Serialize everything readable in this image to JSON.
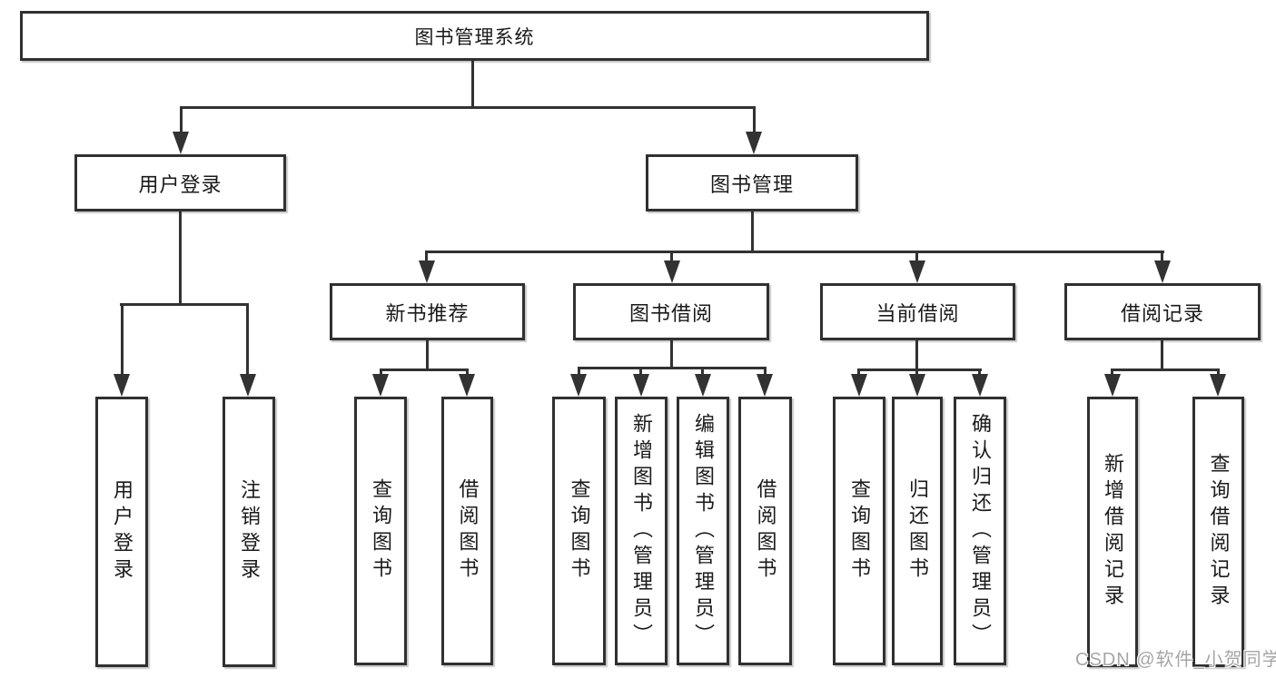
{
  "diagram": {
    "type": "hierarchy-tree",
    "root": {
      "label": "图书管理系统",
      "children": [
        {
          "label": "用户登录",
          "children": [
            {
              "label": "用户登录"
            },
            {
              "label": "注销登录"
            }
          ]
        },
        {
          "label": "图书管理",
          "children": [
            {
              "label": "新书推荐",
              "children": [
                {
                  "label": "查询图书"
                },
                {
                  "label": "借阅图书"
                }
              ]
            },
            {
              "label": "图书借阅",
              "children": [
                {
                  "label": "查询图书"
                },
                {
                  "label": "新增图书（管理员）"
                },
                {
                  "label": "编辑图书（管理员）"
                },
                {
                  "label": "借阅图书"
                }
              ]
            },
            {
              "label": "当前借阅",
              "children": [
                {
                  "label": "查询图书"
                },
                {
                  "label": "归还图书"
                },
                {
                  "label": "确认归还（管理员）"
                }
              ]
            },
            {
              "label": "借阅记录",
              "children": [
                {
                  "label": "新增借阅记录"
                },
                {
                  "label": "查询借阅记录"
                }
              ]
            }
          ]
        }
      ]
    }
  },
  "watermark": {
    "text": "CSDN @软件_小贺同学"
  },
  "colors": {
    "line": "#323232",
    "box_border": "#303030",
    "text": "#1a1a1a",
    "watermark": "#a6a6a6",
    "background": "#ffffff"
  }
}
